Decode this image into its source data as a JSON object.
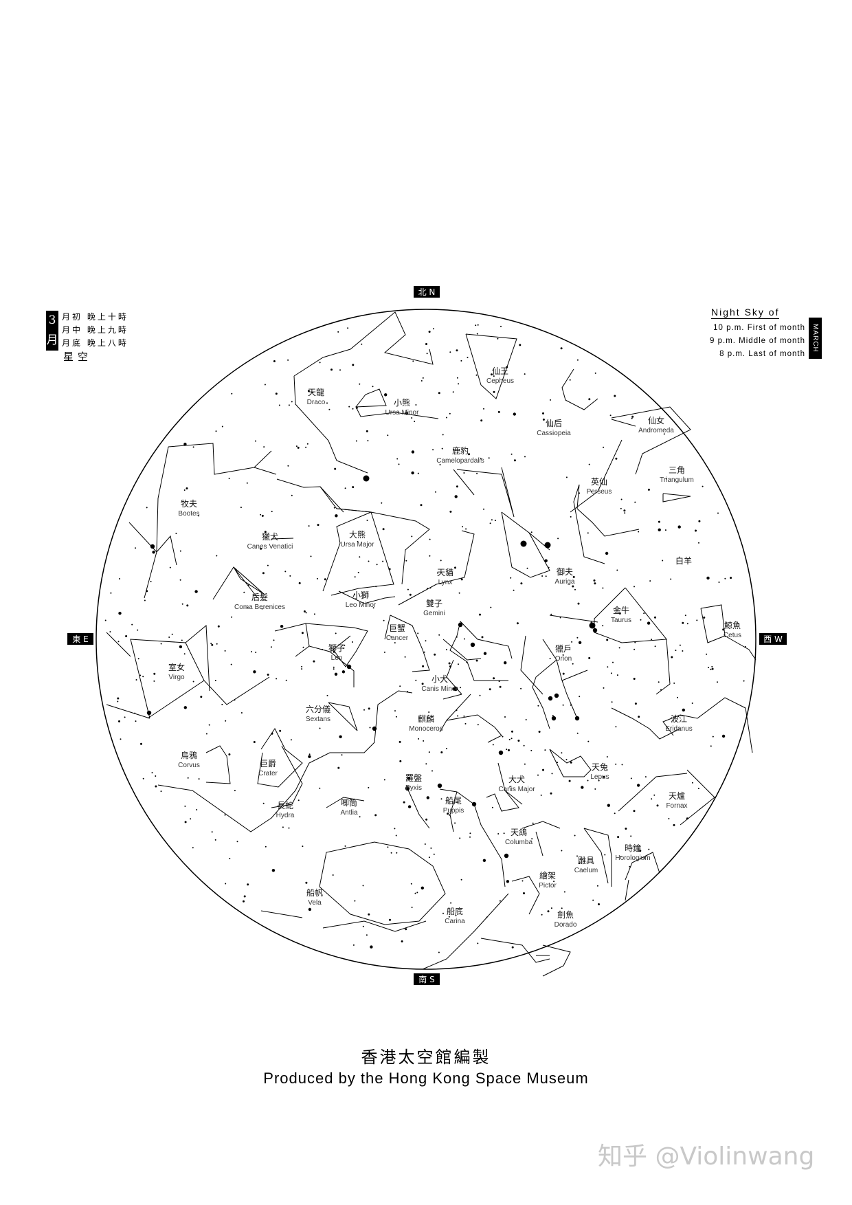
{
  "header_left": {
    "month": "3月",
    "rows": [
      "月初 晚上十時",
      "月中 晚上九時",
      "月底 晚上八時"
    ],
    "title": "星空"
  },
  "header_right": {
    "title": "Night Sky of",
    "month": "MARCH",
    "rows": [
      "10 p.m. First of month",
      "9 p.m. Middle of month",
      "8 p.m. Last of month"
    ]
  },
  "directions": {
    "north": "北 N",
    "south": "南 S",
    "east": "東 E",
    "west": "西 W"
  },
  "constellations": [
    {
      "cn": "天龍",
      "en": "Draco"
    },
    {
      "cn": "小熊",
      "en": "Ursa Minor"
    },
    {
      "cn": "仙王",
      "en": "Cepheus"
    },
    {
      "cn": "仙后",
      "en": "Cassiopeia"
    },
    {
      "cn": "仙女",
      "en": "Andromeda"
    },
    {
      "cn": "鹿豹",
      "en": "Camelopardalis"
    },
    {
      "cn": "三角",
      "en": "Triangulum"
    },
    {
      "cn": "英仙",
      "en": "Perseus"
    },
    {
      "cn": "牧夫",
      "en": "Bootes"
    },
    {
      "cn": "獵犬",
      "en": "Canes Venatici"
    },
    {
      "cn": "大熊",
      "en": "Ursa Major"
    },
    {
      "cn": "白羊",
      "en": ""
    },
    {
      "cn": "御夫",
      "en": "Auriga"
    },
    {
      "cn": "天貓",
      "en": "Lynx"
    },
    {
      "cn": "后髮",
      "en": "Coma Berenices"
    },
    {
      "cn": "小獅",
      "en": "Leo Minor"
    },
    {
      "cn": "雙子",
      "en": "Gemini"
    },
    {
      "cn": "金牛",
      "en": "Taurus"
    },
    {
      "cn": "巨蟹",
      "en": "Cancer"
    },
    {
      "cn": "鯨魚",
      "en": "Cetus"
    },
    {
      "cn": "獅子",
      "en": "Leo"
    },
    {
      "cn": "獵戶",
      "en": "Orion"
    },
    {
      "cn": "室女",
      "en": "Virgo"
    },
    {
      "cn": "小犬",
      "en": "Canis Minor"
    },
    {
      "cn": "六分儀",
      "en": "Sextans"
    },
    {
      "cn": "麒麟",
      "en": "Monoceros"
    },
    {
      "cn": "波江",
      "en": "Eridanus"
    },
    {
      "cn": "烏鴉",
      "en": "Corvus"
    },
    {
      "cn": "巨爵",
      "en": "Crater"
    },
    {
      "cn": "天兔",
      "en": "Lepus"
    },
    {
      "cn": "羅盤",
      "en": "Pyxis"
    },
    {
      "cn": "大犬",
      "en": "Canis Major"
    },
    {
      "cn": "船尾",
      "en": "Puppis"
    },
    {
      "cn": "天爐",
      "en": "Fornax"
    },
    {
      "cn": "長蛇",
      "en": "Hydra"
    },
    {
      "cn": "唧筒",
      "en": "Antlia"
    },
    {
      "cn": "天鴿",
      "en": "Columba"
    },
    {
      "cn": "雕具",
      "en": "Caelum"
    },
    {
      "cn": "時鐘",
      "en": "Horologium"
    },
    {
      "cn": "繪架",
      "en": "Pictor"
    },
    {
      "cn": "船帆",
      "en": "Vela"
    },
    {
      "cn": "船底",
      "en": "Carina"
    },
    {
      "cn": "劍魚",
      "en": "Dorado"
    }
  ],
  "footer": {
    "cn": "香港太空館編製",
    "en": "Produced by the Hong Kong Space Museum"
  },
  "watermark": "知乎 @Violinwang"
}
